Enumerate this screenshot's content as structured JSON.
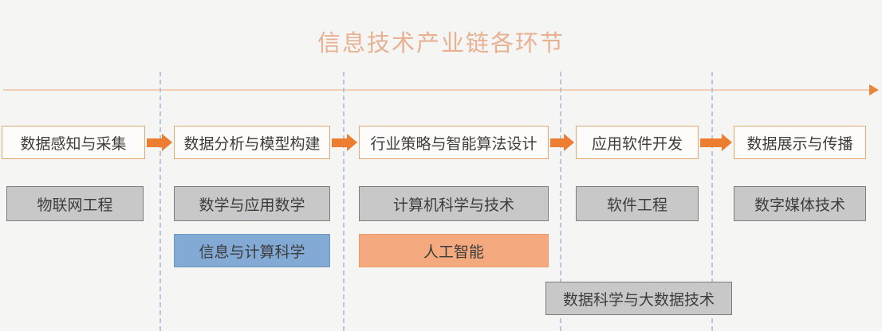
{
  "page": {
    "title": "信息技术产业链各环节",
    "background_color": "#f5f5f4",
    "title_color": "#e8b193"
  },
  "timeline": {
    "axis_color": "#f3ceb4",
    "arrow_color": "#e8853c",
    "divider_color": "#b6c6dd",
    "divider_positions": [
      200,
      430,
      702,
      892
    ]
  },
  "chart_data": {
    "type": "diagram",
    "title": "信息技术产业链各环节",
    "stages": [
      {
        "label": "数据感知与采集",
        "majors": [
          {
            "label": "物联网工程",
            "style": "gray"
          }
        ]
      },
      {
        "label": "数据分析与模型构建",
        "majors": [
          {
            "label": "数学与应用数学",
            "style": "gray"
          },
          {
            "label": "信息与计算科学",
            "style": "blue"
          }
        ]
      },
      {
        "label": "行业策略与智能算法设计",
        "majors": [
          {
            "label": "计算机科学与技术",
            "style": "gray"
          },
          {
            "label": "人工智能",
            "style": "orange"
          }
        ]
      },
      {
        "label": "应用软件开发",
        "majors": [
          {
            "label": "软件工程",
            "style": "gray"
          }
        ]
      },
      {
        "label": "数据展示与传播",
        "majors": [
          {
            "label": "数字媒体技术",
            "style": "gray"
          }
        ]
      }
    ],
    "spanning_majors": [
      {
        "label": "数据科学与大数据技术",
        "style": "gray"
      }
    ],
    "legend_colors": {
      "stage_border": "#e3a86f",
      "arrow": "#ed7d31",
      "gray_major": "#c8c8c8",
      "blue_major": "#83aad4",
      "orange_major": "#f5a97e"
    }
  }
}
